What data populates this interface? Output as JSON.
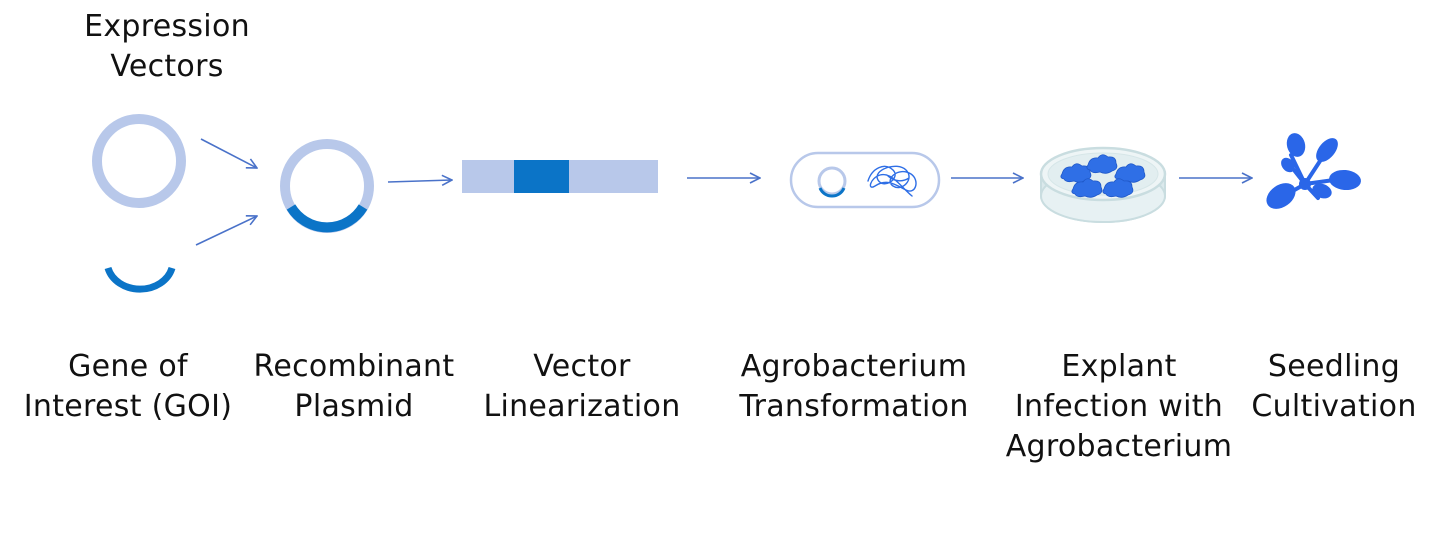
{
  "colors": {
    "light_blue": "#b8c8ea",
    "dark_blue": "#0b74c7",
    "arrow": "#4a72c9",
    "dish_rim": "#c9dde0",
    "dish_fill": "#e3eef0",
    "tissue": "#2f6fe6",
    "plant": "#2a66e8"
  },
  "labels": {
    "expression_vectors": [
      "Expression",
      "Vectors"
    ],
    "goi": [
      "Gene of",
      "Interest (GOI)"
    ],
    "recombinant": [
      "Recombinant",
      "Plasmid"
    ],
    "linearization": [
      "Vector",
      "Linearization"
    ],
    "agro_transform": [
      "Agrobacterium",
      "Transformation"
    ],
    "explant": [
      "Explant",
      "Infection with",
      "Agrobacterium"
    ],
    "seedling": [
      "Seedling",
      "Cultivation"
    ]
  },
  "icons": {
    "vector": "circular-plasmid-icon",
    "goi": "gene-fragment-icon",
    "recombinant": "recombinant-plasmid-icon",
    "linear": "linear-dna-icon",
    "bacterium": "agrobacterium-icon",
    "dish": "petri-dish-icon",
    "seedling": "seedling-icon"
  }
}
